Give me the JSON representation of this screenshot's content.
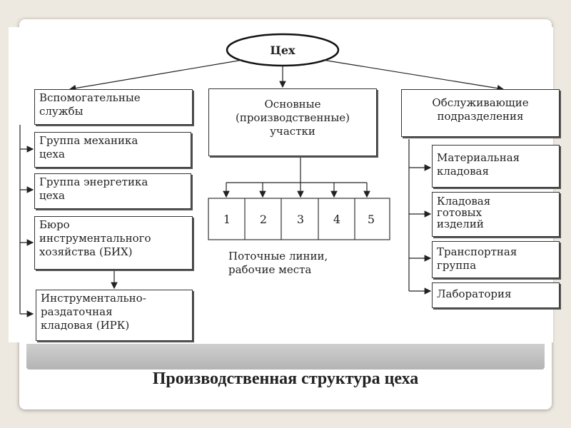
{
  "title": "Производственная структура цеха",
  "root": "Цех",
  "auxiliary": {
    "head": "Вспомогательные\nслужбы",
    "items": [
      "Группа механика\nцеха",
      "Группа энергетика\nцеха",
      "Бюро\nинструментального\nхозяйства  (БИХ)"
    ],
    "sub_item": "Инструментально-\nраздаточная\nкладовая (ИРК)"
  },
  "main": {
    "head": "Основные\n(производственные)\nучастки",
    "numbers": [
      "1",
      "2",
      "3",
      "4",
      "5"
    ],
    "caption": "Поточные линии,\nрабочие места"
  },
  "service": {
    "head": "Обслуживающие\nподразделения",
    "items": [
      "Материальная\nкладовая",
      "Кладовая\nготовых\nизделий",
      "Транспортная\nгруппа",
      "Лаборатория"
    ]
  }
}
